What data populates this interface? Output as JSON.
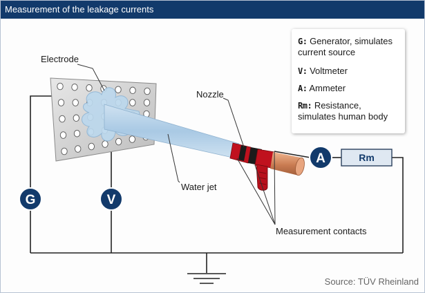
{
  "header": {
    "title": "Measurement of the leakage currents"
  },
  "labels": {
    "electrode": "Electrode",
    "nozzle": "Nozzle",
    "water_jet": "Water jet",
    "measurement_contacts": "Measurement contacts"
  },
  "symbols": {
    "generator": "G",
    "voltmeter": "V",
    "ammeter": "A",
    "resistance": "Rm"
  },
  "legend": {
    "items": [
      {
        "key": "G:",
        "text_line1": "Generator, simulates",
        "text_line2": "current source"
      },
      {
        "key": "V:",
        "text_line1": "Voltmeter"
      },
      {
        "key": "A:",
        "text_line1": "Ammeter"
      },
      {
        "key": "Rm:",
        "text_line1": "Resistance,",
        "text_line2": "simulates human body"
      }
    ]
  },
  "footer": {
    "source": "Source: TÜV Rheinland"
  },
  "colors": {
    "title_bar": "#123a6b",
    "circle_fill": "#123a6b",
    "water": "#b8d4ea",
    "nozzle_red": "#c0111e",
    "nozzle_copper": "#d68a5e",
    "plate": "#d5d5d5",
    "rm_box": "#dfe8f2"
  }
}
